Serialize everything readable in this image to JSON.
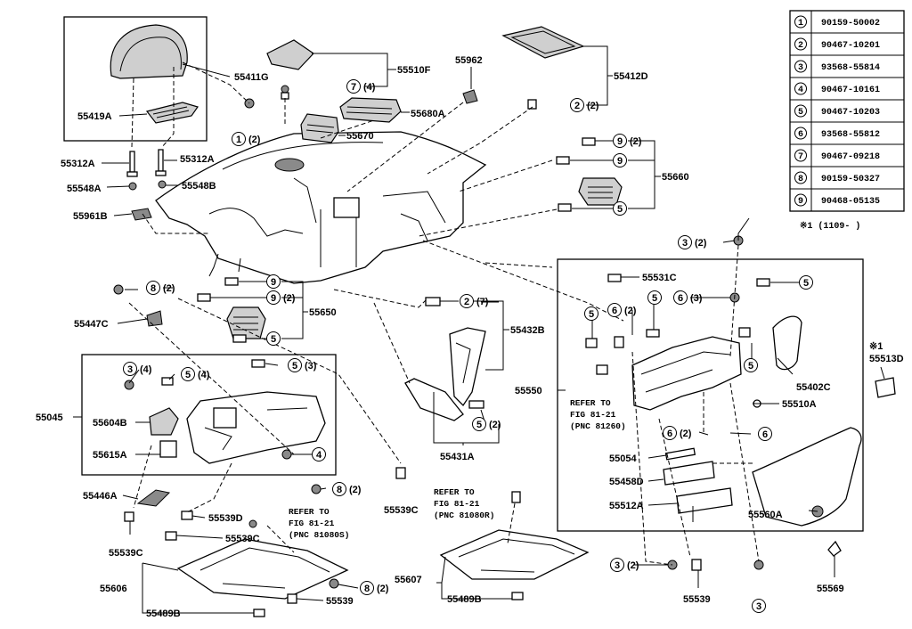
{
  "callouts": {
    "p55411G": "55411G",
    "p55419A": "55419A",
    "p55312A_l": "55312A",
    "p55312A_r": "55312A",
    "p55548A": "55548A",
    "p55548B": "55548B",
    "p55961B": "55961B",
    "p55510F": "55510F",
    "p55962": "55962",
    "p55412D": "55412D",
    "p55680A": "55680A",
    "p55670": "55670",
    "p55660": "55660",
    "p55650": "55650",
    "p55447C": "55447C",
    "p55045": "55045",
    "p55604B": "55604B",
    "p55615A": "55615A",
    "p55432B": "55432B",
    "p55431A": "55431A",
    "p55531C": "55531C",
    "p55402C": "55402C",
    "p55550": "55550",
    "p55510A": "55510A",
    "p55054": "55054",
    "p55458D": "55458D",
    "p55512A": "55512A",
    "p55560A": "55560A",
    "p55513D": "55513D",
    "p55446A": "55446A",
    "p55539D": "55539D",
    "p55539C_a": "55539C",
    "p55539C_b": "55539C",
    "p55539C_c": "55539C",
    "p55606": "55606",
    "p55489B_a": "55489B",
    "p55539_a": "55539",
    "p55607": "55607",
    "p55489B_b": "55489B",
    "p55539_b": "55539",
    "p55569": "55569",
    "note_star1": "※1",
    "qty2": "(2)",
    "qty3": "(3)",
    "qty4": "(4)",
    "qty7": "(7)"
  },
  "refer_notes": [
    {
      "l1": "REFER TO",
      "l2": "FIG 81-21",
      "l3": "(PNC 81260)"
    },
    {
      "l1": "REFER TO",
      "l2": "FIG 81-21",
      "l3": "(PNC 81080S)"
    },
    {
      "l1": "REFER TO",
      "l2": "FIG 81-21",
      "l3": "(PNC 81080R)"
    }
  ],
  "legend": {
    "rows": [
      {
        "num": "1",
        "part": "90159-50002"
      },
      {
        "num": "2",
        "part": "90467-10201"
      },
      {
        "num": "3",
        "part": "93568-55814"
      },
      {
        "num": "4",
        "part": "90467-10161"
      },
      {
        "num": "5",
        "part": "90467-10203"
      },
      {
        "num": "6",
        "part": "93568-55812"
      },
      {
        "num": "7",
        "part": "90467-09218"
      },
      {
        "num": "8",
        "part": "90159-50327"
      },
      {
        "num": "9",
        "part": "90468-05135"
      }
    ],
    "footnote": "※1 (1109-   )"
  }
}
